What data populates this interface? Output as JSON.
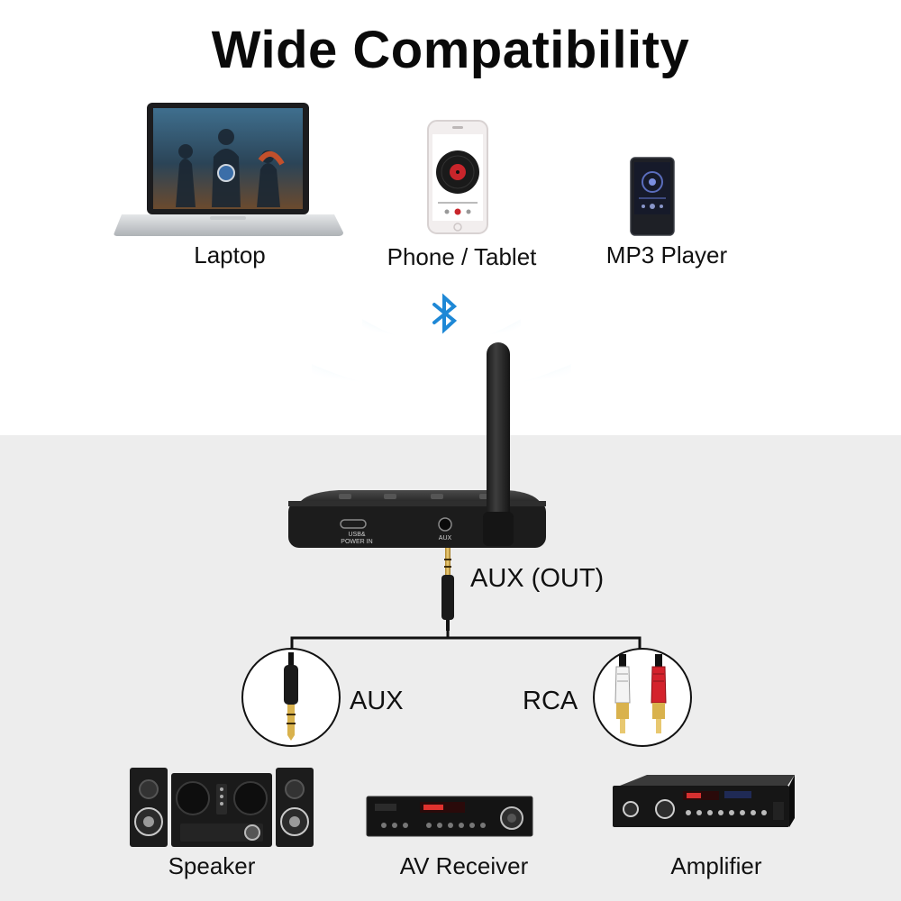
{
  "title": "Wide Compatibility",
  "sources": {
    "laptop": "Laptop",
    "phone": "Phone / Tablet",
    "mp3": "MP3 Player"
  },
  "device": {
    "usb_port_label": "USB&\nPOWER IN",
    "aux_port_label": "AUX"
  },
  "connection": {
    "aux_out": "AUX (OUT)",
    "aux": "AUX",
    "rca": "RCA"
  },
  "outputs": {
    "speaker": "Speaker",
    "receiver": "AV Receiver",
    "amplifier": "Amplifier"
  },
  "colors": {
    "bluetooth": "#1e88d6",
    "wave": "#bfe4f8",
    "background_bottom": "#ededed",
    "device_body": "#1b1b1b",
    "rca_red": "#d4222c"
  },
  "icons": [
    "bluetooth-icon",
    "laptop-icon",
    "phone-icon",
    "mp3-player-icon"
  ]
}
